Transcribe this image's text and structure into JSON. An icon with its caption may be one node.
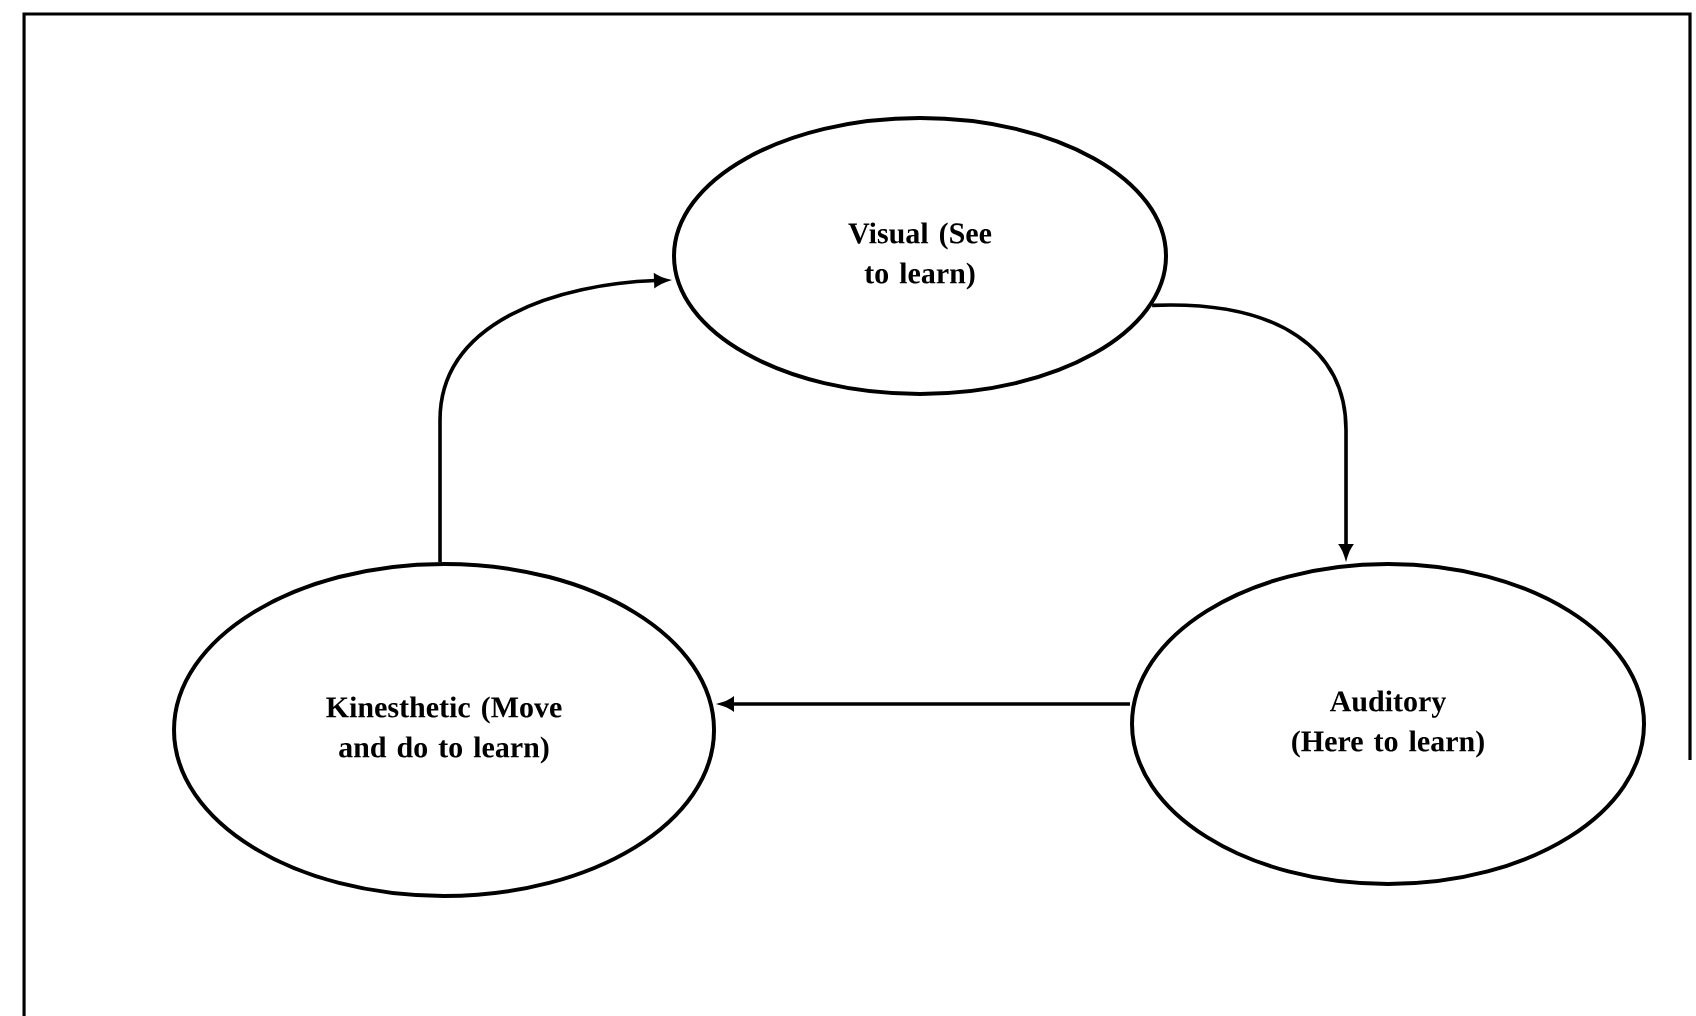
{
  "diagram": {
    "nodes": [
      {
        "text": [
          "Visual (See to learn)"
        ]
      },
      {
        "text": [
          "Auditory (Here to learn)"
        ]
      },
      {
        "text": [
          "Kinesthetic (Move and do to learn)"
        ]
      }
    ],
    "edges": [
      {
        "from": 0,
        "to": 1,
        "arrow": "to"
      },
      {
        "from": 1,
        "to": 2,
        "arrow": "to"
      },
      {
        "from": 2,
        "to": 0,
        "arrow": "to"
      }
    ]
  }
}
